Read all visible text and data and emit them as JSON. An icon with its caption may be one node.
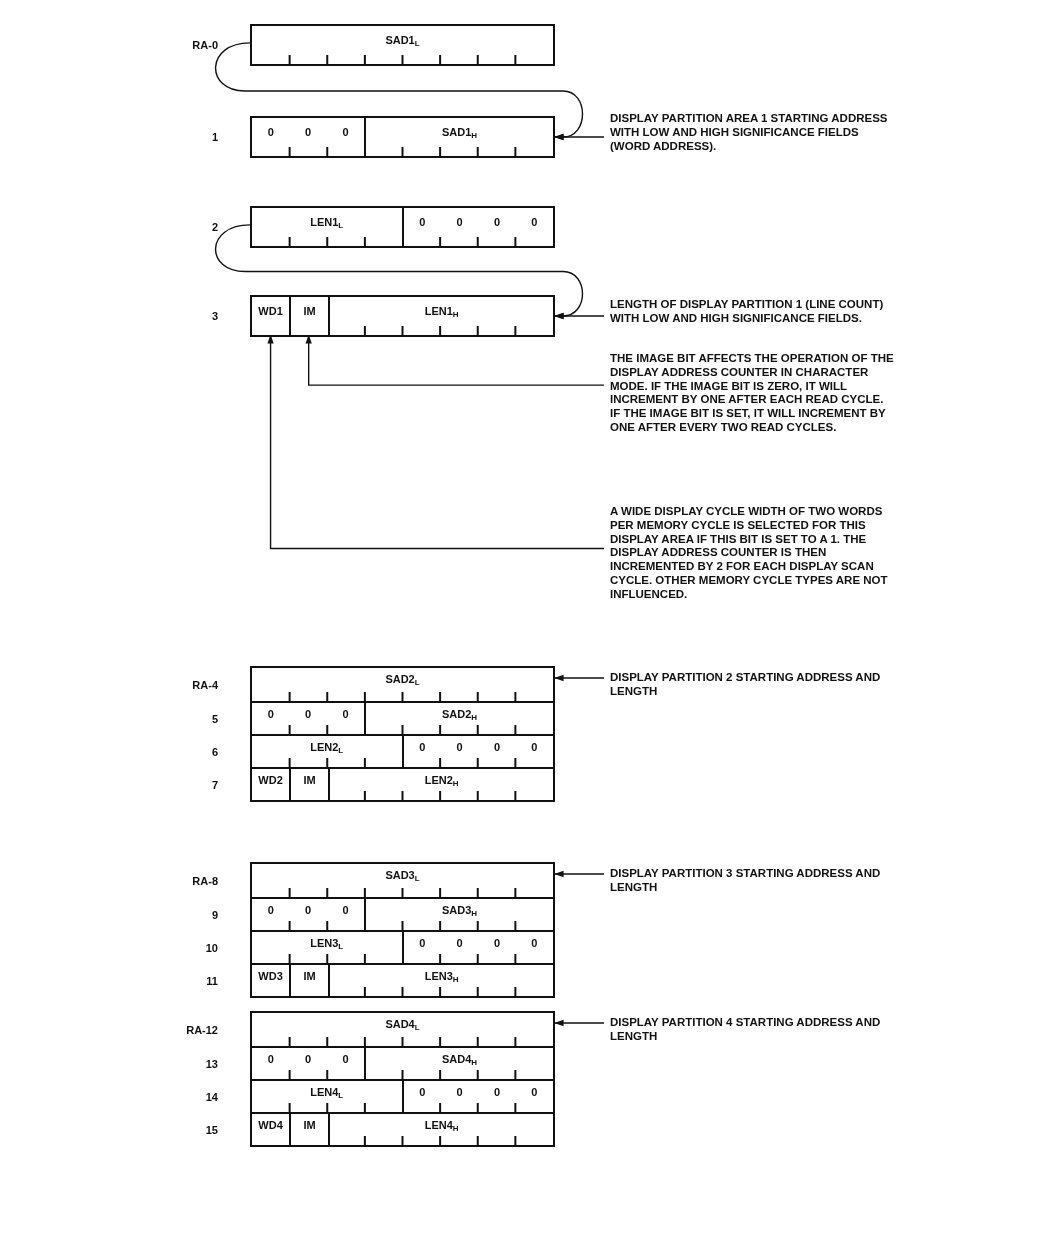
{
  "diagram": {
    "nodes": [
      {
        "text": [],
        "shape": "box",
        "beside": [
          "RA-0"
        ]
      },
      {
        "text": [
          "SAD1$_{L}$"
        ],
        "in": 0
      },
      {
        "text": [],
        "shape": "box",
        "beside": [
          "1"
        ]
      },
      {
        "text": [
          "0",
          "0",
          "0"
        ],
        "in": 2
      },
      {
        "text": [
          "SAD1$_{H}$"
        ],
        "in": 2
      },
      {
        "text": [
          "DISPLAY PARTITION AREA 1 STARTING ADDRESS WITH LOW AND HIGH SIGNIFICANCE FIELDS (WORD ADDRESS)."
        ]
      },
      {
        "text": [],
        "shape": "box",
        "beside": [
          "2"
        ]
      },
      {
        "text": [
          "LEN1$_{L}$"
        ],
        "in": 6
      },
      {
        "text": [
          "0",
          "0",
          "0",
          "0"
        ],
        "in": 6
      },
      {
        "text": [],
        "shape": "box",
        "beside": [
          "3"
        ]
      },
      {
        "text": [
          "WD1"
        ],
        "in": 9
      },
      {
        "text": [
          "IM"
        ],
        "in": 9
      },
      {
        "text": [
          "LEN1$_{H}$"
        ],
        "in": 9
      },
      {
        "text": [
          "LENGTH OF DISPLAY PARTITION 1 (LINE COUNT) WITH LOW AND HIGH SIGNIFICANCE FIELDS."
        ]
      },
      {
        "text": [
          "THE IMAGE BIT AFFECTS THE OPERATION OF THE DISPLAY ADDRESS COUNTER IN CHARACTER MODE. IF THE IMAGE BIT IS ZERO, IT WILL INCREMENT BY ONE AFTER EACH READ CYCLE. IF THE IMAGE BIT IS SET, IT WILL INCREMENT BY ONE AFTER EVERY TWO READ CYCLES."
        ]
      },
      {
        "text": [
          "A WIDE DISPLAY CYCLE WIDTH OF TWO WORDS PER MEMORY CYCLE IS SELECTED FOR THIS DISPLAY AREA IF THIS BIT IS SET TO A 1. THE DISPLAY ADDRESS COUNTER IS THEN INCREMENTED BY 2 FOR EACH DISPLAY SCAN CYCLE. OTHER MEMORY CYCLE TYPES ARE NOT INFLUENCED."
        ]
      },
      {
        "text": [],
        "shape": "box"
      },
      {
        "text": [],
        "shape": "box",
        "in": 16,
        "beside": [
          "RA-4"
        ]
      },
      {
        "text": [
          "SAD2$_{L}$"
        ],
        "in": 17
      },
      {
        "text": [],
        "shape": "box",
        "in": 16,
        "beside": [
          "5"
        ]
      },
      {
        "text": [
          "0",
          "0",
          "0"
        ],
        "in": 19
      },
      {
        "text": [
          "SAD2$_{H}$"
        ],
        "in": 19
      },
      {
        "text": [],
        "shape": "box",
        "in": 16,
        "beside": [
          "6"
        ]
      },
      {
        "text": [
          "LEN2$_{L}$"
        ],
        "in": 22
      },
      {
        "text": [
          "0",
          "0",
          "0",
          "0"
        ],
        "in": 22
      },
      {
        "text": [],
        "shape": "box",
        "in": 16,
        "beside": [
          "7"
        ]
      },
      {
        "text": [
          "WD2"
        ],
        "in": 25
      },
      {
        "text": [
          "IM"
        ],
        "in": 25
      },
      {
        "text": [
          "LEN2$_{H}$"
        ],
        "in": 25
      },
      {
        "text": [
          "DISPLAY PARTITION 2 STARTING ADDRESS AND LENGTH"
        ]
      },
      {
        "text": [],
        "shape": "box"
      },
      {
        "text": [],
        "shape": "box",
        "in": 30,
        "beside": [
          "RA-8"
        ]
      },
      {
        "text": [
          "SAD3$_{L}$"
        ],
        "in": 31
      },
      {
        "text": [],
        "shape": "box",
        "in": 30,
        "beside": [
          "9"
        ]
      },
      {
        "text": [
          "0",
          "0",
          "0"
        ],
        "in": 33
      },
      {
        "text": [
          "SAD3$_{H}$"
        ],
        "in": 33
      },
      {
        "text": [],
        "shape": "box",
        "in": 30,
        "beside": [
          "10"
        ]
      },
      {
        "text": [
          "LEN3$_{L}$"
        ],
        "in": 36
      },
      {
        "text": [
          "0",
          "0",
          "0",
          "0"
        ],
        "in": 36
      },
      {
        "text": [],
        "shape": "box",
        "in": 30,
        "beside": [
          "11"
        ]
      },
      {
        "text": [
          "WD3"
        ],
        "in": 39
      },
      {
        "text": [
          "IM"
        ],
        "in": 39
      },
      {
        "text": [
          "LEN3$_{H}$"
        ],
        "in": 39
      },
      {
        "text": [
          "DISPLAY PARTITION 3 STARTING ADDRESS AND LENGTH"
        ]
      },
      {
        "text": [],
        "shape": "box"
      },
      {
        "text": [],
        "shape": "box",
        "in": 44,
        "beside": [
          "RA-12"
        ]
      },
      {
        "text": [
          "SAD4$_{L}$"
        ],
        "in": 45
      },
      {
        "text": [],
        "shape": "box",
        "in": 44,
        "beside": [
          "13"
        ]
      },
      {
        "text": [
          "0",
          "0",
          "0"
        ],
        "in": 47
      },
      {
        "text": [
          "SAD4$_{H}$"
        ],
        "in": 47
      },
      {
        "text": [],
        "shape": "box",
        "in": 44,
        "beside": [
          "14"
        ]
      },
      {
        "text": [
          "LEN4$_{L}$"
        ],
        "in": 50
      },
      {
        "text": [
          "0",
          "0",
          "0",
          "0"
        ],
        "in": 50
      },
      {
        "text": [],
        "shape": "box",
        "in": 44,
        "beside": [
          "15"
        ]
      },
      {
        "text": [
          "WD4"
        ],
        "in": 53
      },
      {
        "text": [
          "IM"
        ],
        "in": 53
      },
      {
        "text": [
          "LEN4$_{H}$"
        ],
        "in": 53
      },
      {
        "text": [
          "DISPLAY PARTITION 4 STARTING ADDRESS AND LENGTH"
        ]
      }
    ],
    "edges": [
      {
        "from": 0,
        "to": 2,
        "arrow": "to"
      },
      {
        "from": 5,
        "to": 2,
        "arrow": "to"
      },
      {
        "from": 6,
        "to": 9,
        "arrow": "to"
      },
      {
        "from": 13,
        "to": 9,
        "arrow": "to"
      },
      {
        "from": 14,
        "to": 11,
        "arrow": "to"
      },
      {
        "from": 15,
        "to": 10,
        "arrow": "to"
      },
      {
        "from": 29,
        "to": 16,
        "arrow": "to"
      },
      {
        "from": 43,
        "to": 30,
        "arrow": "to"
      },
      {
        "from": 57,
        "to": 44,
        "arrow": "to"
      }
    ]
  }
}
